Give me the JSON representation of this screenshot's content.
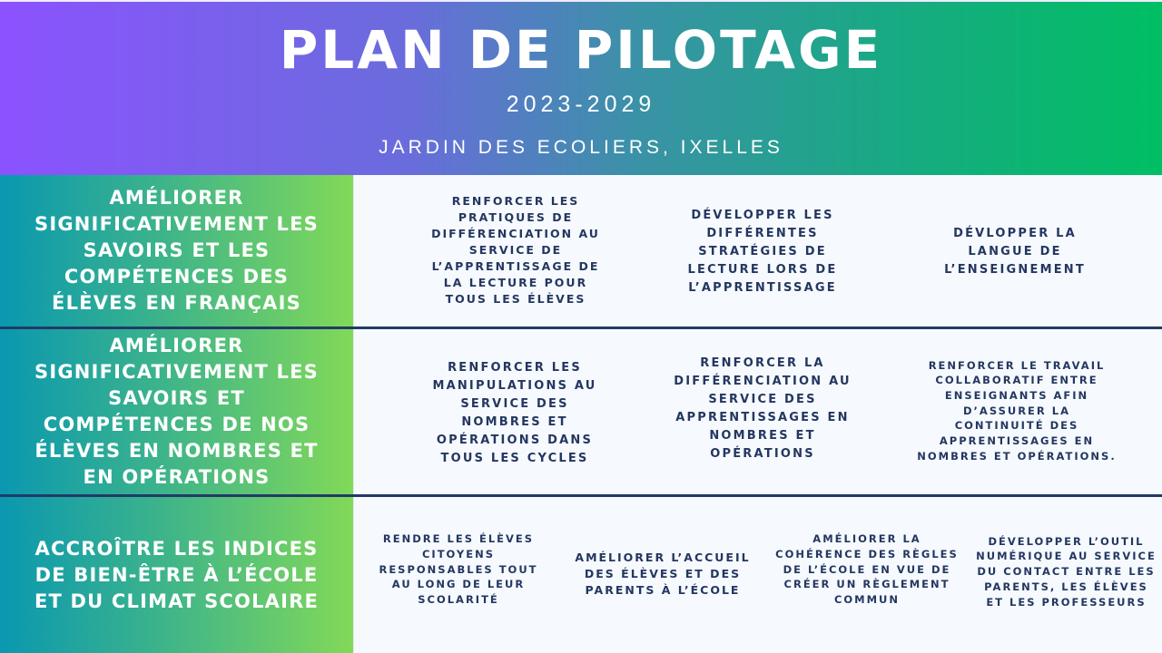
{
  "header": {
    "title": "PLAN DE PILOTAGE",
    "years": "2023-2029",
    "school": "JARDIN DES ECOLIERS, IXELLES"
  },
  "colors": {
    "header_gradient": [
      "#8c52ff",
      "#00bf63"
    ],
    "objective_gradient": [
      "#0a98b0",
      "#82d958"
    ],
    "action_text": "#243760",
    "divider": "#223a66",
    "panel_bg": "#f6faff"
  },
  "rows": [
    {
      "objective": "AMÉLIORER SIGNIFICATIVEMENT LES SAVOIRS ET LES COMPÉTENCES DES ÉLÈVES EN FRANÇAIS",
      "actions": [
        "RENFORCER LES PRATIQUES DE DIFFÉRENCIATION AU SERVICE DE L’APPRENTISSAGE DE LA LECTURE POUR TOUS LES ÉLÈVES",
        "DÉVELOPPER LES DIFFÉRENTES STRATÉGIES DE LECTURE LORS DE L’APPRENTISSAGE",
        "DÉVLOPPER LA LANGUE DE L’ENSEIGNEMENT"
      ]
    },
    {
      "objective": "AMÉLIORER SIGNIFICATIVEMENT LES SAVOIRS ET COMPÉTENCES DE NOS ÉLÈVES EN NOMBRES ET EN OPÉRATIONS",
      "actions": [
        "RENFORCER LES MANIPULATIONS AU SERVICE DES NOMBRES ET OPÉRATIONS DANS TOUS LES CYCLES",
        "RENFORCER LA DIFFÉRENCIATION AU SERVICE DES APPRENTISSAGES EN NOMBRES ET OPÉRATIONS",
        "RENFORCER LE TRAVAIL COLLABORATIF ENTRE ENSEIGNANTS AFIN D’ASSURER LA CONTINUITÉ DES APPRENTISSAGES EN NOMBRES ET OPÉRATIONS."
      ]
    },
    {
      "objective": "ACCROÎTRE LES INDICES DE BIEN-ÊTRE À L’ÉCOLE ET DU CLIMAT SCOLAIRE",
      "actions": [
        "RENDRE LES ÉLÈVES CITOYENS RESPONSABLES TOUT AU LONG DE LEUR SCOLARITÉ",
        "AMÉLIORER L’ACCUEIL DES ÉLÈVES ET DES PARENTS À L’ÉCOLE",
        "AMÉLIORER LA COHÉRENCE DES RÈGLES DE L’ÉCOLE EN VUE DE CRÉER UN RÈGLEMENT COMMUN",
        "DÉVELOPPER L’OUTIL NUMÉRIQUE AU SERVICE DU CONTACT ENTRE LES PARENTS, LES ÉLÈVES ET LES PROFESSEURS"
      ]
    }
  ]
}
